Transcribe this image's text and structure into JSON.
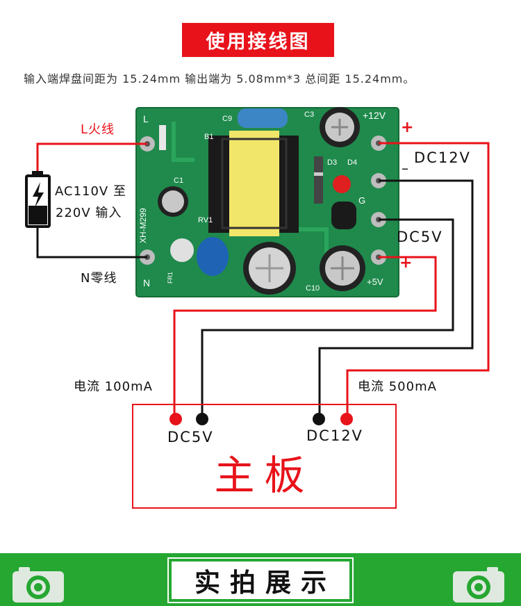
{
  "title": "使用接线图",
  "subtitle": "输入端焊盘间距为 15.24mm 输出端为 5.08mm*3 总间距 15.24mm。",
  "labels": {
    "live_wire": "L火线",
    "neutral_wire": "N零线",
    "ac_input_line1": "AC110V 至",
    "ac_input_line2": "220V 输入",
    "dc12v": "DC12V",
    "dc5v": "DC5V",
    "plus_top": "+",
    "minus_top": "–",
    "minus_mid": "–",
    "plus_bottom": "+",
    "current_100": "电流 100mA",
    "current_500": "电流 500mA"
  },
  "board_silkscreen": {
    "l": "L",
    "n": "N",
    "c9": "C9",
    "c3": "C3",
    "p12v": "+12V",
    "b1": "B1",
    "c1": "C1",
    "d3": "D3",
    "d4": "D4",
    "g": "G",
    "model": "XH-M299",
    "rv": "RV1",
    "fr": "FR1",
    "p5v": "+5V",
    "c10": "C10"
  },
  "mainboard": {
    "title": "主板",
    "dc5v": "DC5V",
    "dc12v": "DC12V"
  },
  "footer": {
    "section_title": "实拍展示"
  },
  "colors": {
    "accent_red": "#e8121a",
    "wire_black": "#111111",
    "pcb_green": "#1f8a4c",
    "banner_green": "#25a732"
  }
}
